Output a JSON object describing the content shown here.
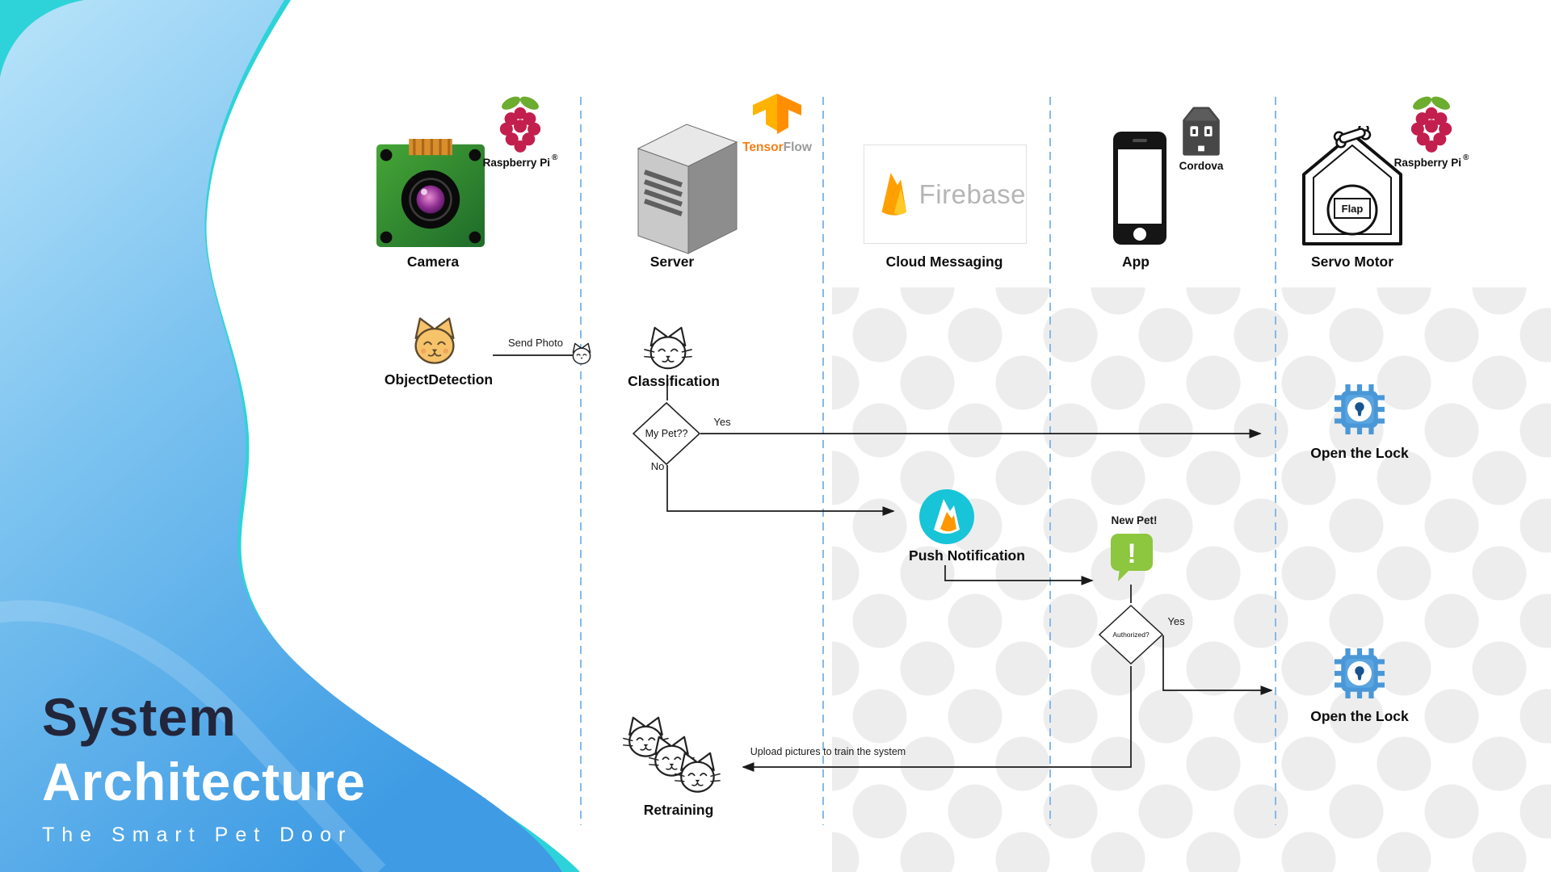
{
  "colors": {
    "wave-cyan": "#2ed3d9",
    "wave-blue-top": "#b9e4fa",
    "wave-blue-mid": "#7cc3f0",
    "wave-blue-deep": "#3f9ce4",
    "title-dark": "#23263b",
    "lane-blue": "#86b9e8",
    "chip-blue": "#4a97d8",
    "bubble-green": "#8dc63f",
    "push-teal": "#18c4d8",
    "firebase-orange": "#ffa000",
    "firebase-yellow": "#ffca28",
    "tf-orange": "#ff8f00",
    "dot-gray": "#ededed"
  },
  "title": {
    "line1": "System",
    "line2": "Architecture",
    "subtitle": "The Smart Pet Door"
  },
  "nodes": {
    "camera": {
      "label": "Camera",
      "badge": "Raspberry Pi",
      "reg": "®"
    },
    "server": {
      "label": "Server",
      "brand_a": "Tensor",
      "brand_b": "Flow"
    },
    "cloud": {
      "label": "Cloud Messaging",
      "brand": "Firebase"
    },
    "app": {
      "label": "App",
      "badge": "Cordova"
    },
    "servo": {
      "label": "Servo Motor",
      "badge": "Raspberry Pi",
      "reg": "®",
      "flap": "Flap"
    }
  },
  "flow": {
    "object_detection": "ObjectDetection",
    "send_photo": "Send Photo",
    "classification": "Classification",
    "my_pet": "My Pet??",
    "yes1": "Yes",
    "no1": "No",
    "open_lock_1": "Open the Lock",
    "push_notification": "Push Notification",
    "new_pet": "New Pet!",
    "bang": "!",
    "authorized": "Authorized?",
    "yes2": "Yes",
    "open_lock_2": "Open the Lock",
    "upload": "Upload pictures to train the system",
    "retraining": "Retraining"
  }
}
